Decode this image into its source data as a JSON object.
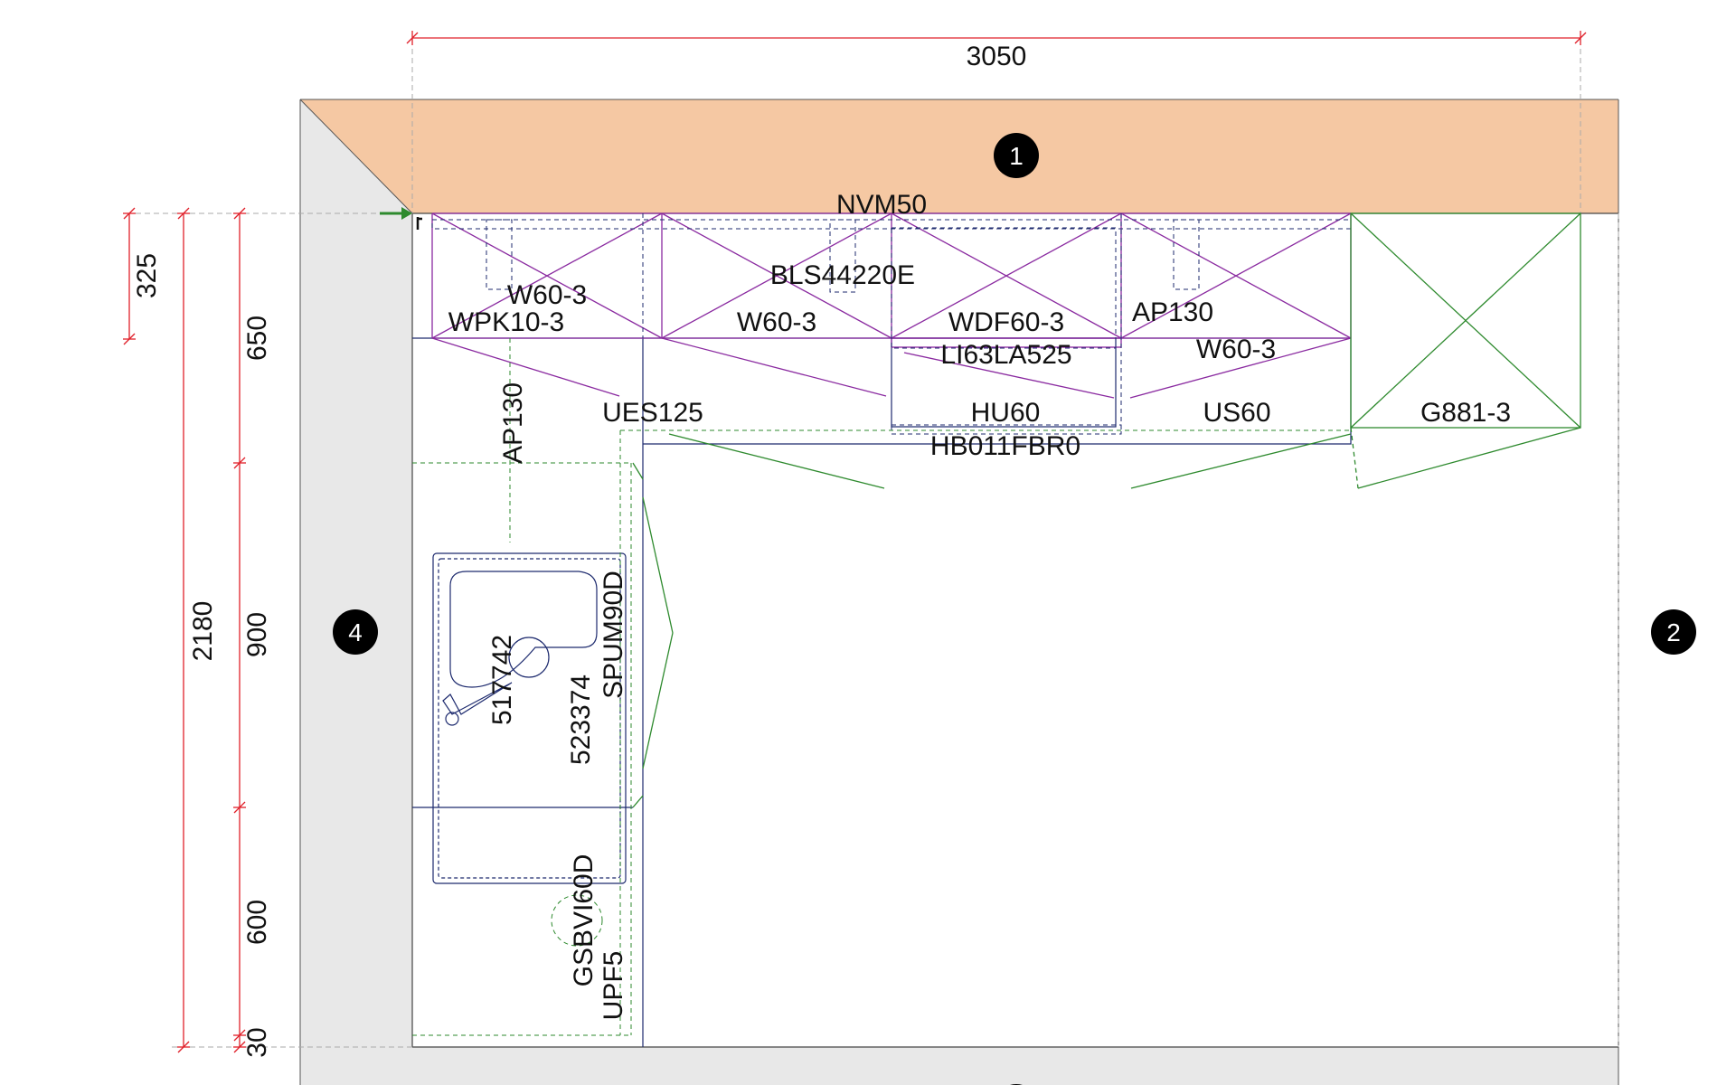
{
  "walls": [
    {
      "number": "1"
    },
    {
      "number": "2"
    },
    {
      "number": "4"
    }
  ],
  "dimensions": {
    "overall_width": "3050",
    "overall_depth": "2180",
    "wall_cabinet_depth": "325",
    "segments": [
      "650",
      "900",
      "600",
      "30"
    ]
  },
  "wall_row_labels": [
    "NVM50",
    "BLS44220E",
    "W60-3",
    "WPK10-3",
    "W60-3",
    "WDF60-3",
    "AP130",
    "W60-3",
    "LI63LA525"
  ],
  "base_row_labels": [
    "UES125",
    "HU60",
    "HB011FBR0",
    "US60",
    "G881-3"
  ],
  "side_labels": [
    "AP130",
    "517742",
    "523374",
    "SPUM90D",
    "GSBVI60D",
    "UPF5"
  ],
  "colors": {
    "wall_top": "#f5c8a3",
    "wall_side": "#e8e8e8",
    "dimension": "#e0202a",
    "wall_unit": "#8a2aa0",
    "base_unit": "#1d2a6e",
    "appliance": "#2e8a2e",
    "marker": "#000000"
  }
}
